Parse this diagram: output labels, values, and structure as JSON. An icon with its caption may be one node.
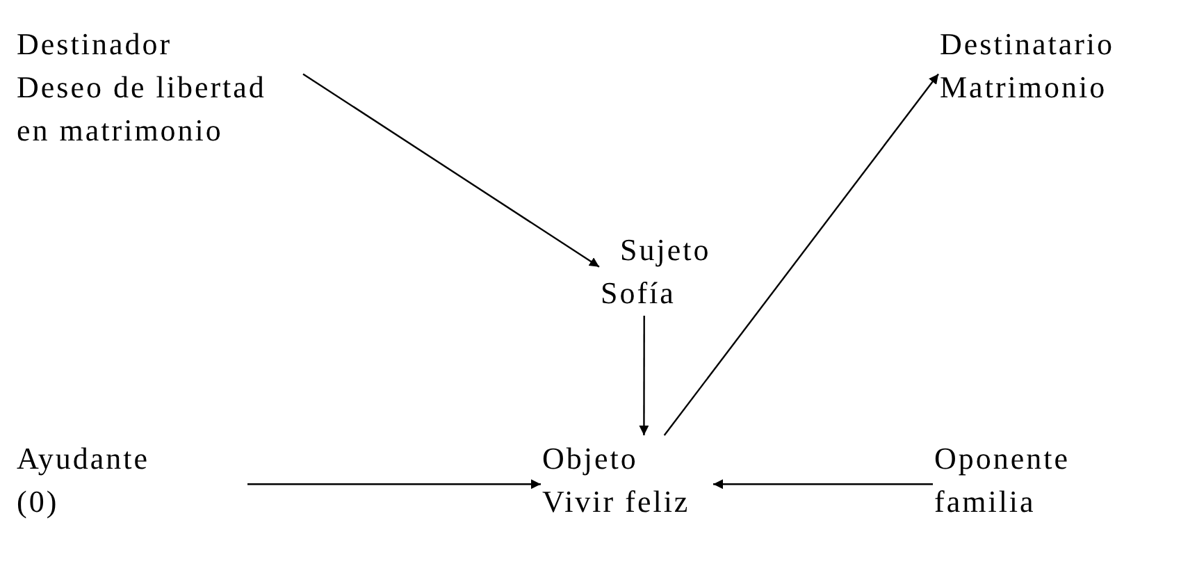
{
  "diagram": {
    "nodes": [
      {
        "text": [
          "Destinador",
          "Deseo de libertad en matrimonio"
        ]
      },
      {
        "text": [
          "Destinatario",
          "Matrimonio"
        ]
      },
      {
        "text": [
          "Sujeto",
          "Sofía"
        ]
      },
      {
        "text": [
          "Ayudante",
          "(0)"
        ]
      },
      {
        "text": [
          "Objeto",
          "Vivir feliz"
        ]
      },
      {
        "text": [
          "Oponente",
          "familia"
        ]
      }
    ],
    "edges": [
      {
        "from": 0,
        "to": 2,
        "arrow": "to"
      },
      {
        "from": 2,
        "to": 4,
        "arrow": "to"
      },
      {
        "from": 4,
        "to": 1,
        "arrow": "to"
      },
      {
        "from": 3,
        "to": 4,
        "arrow": "to"
      },
      {
        "from": 5,
        "to": 4,
        "arrow": "to"
      }
    ]
  }
}
